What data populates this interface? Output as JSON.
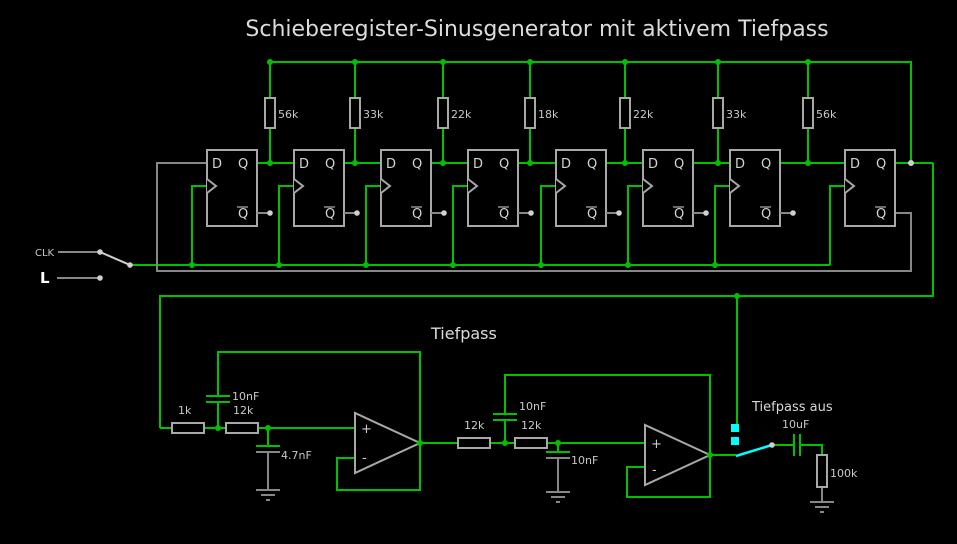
{
  "title": "Schieberegister-Sinusgenerator mit aktivem Tiefpass",
  "palette": {
    "background": "#000000",
    "wire_high": "#00c000",
    "wire_neutral": "#878787",
    "component_body": "#a8a8a8",
    "selected": "#00ffff",
    "label": "#c8c8c8",
    "post": "#cfcfcf"
  },
  "shift_register": {
    "clock_source_label": "CLK",
    "logic_state_label": "L",
    "resistors": [
      "56k",
      "33k",
      "22k",
      "18k",
      "22k",
      "33k",
      "56k"
    ],
    "flipflop_labels": {
      "data_input": "D",
      "output": "Q",
      "inverted_output": "Q"
    }
  },
  "filter": {
    "heading": "Tiefpass",
    "bypass_label": "Tiefpass aus",
    "opamp": {
      "plus": "+",
      "minus": "-"
    },
    "components": {
      "r_in": "1k",
      "r2_stage1": "12k",
      "c_fb_stage1": "10nF",
      "c_gnd_stage1": "4.7nF",
      "r1_stage2": "12k",
      "r2_stage2": "12k",
      "c_fb_stage2": "10nF",
      "c_gnd_stage2": "10nF",
      "c_out": "10uF",
      "r_load": "100k"
    }
  }
}
